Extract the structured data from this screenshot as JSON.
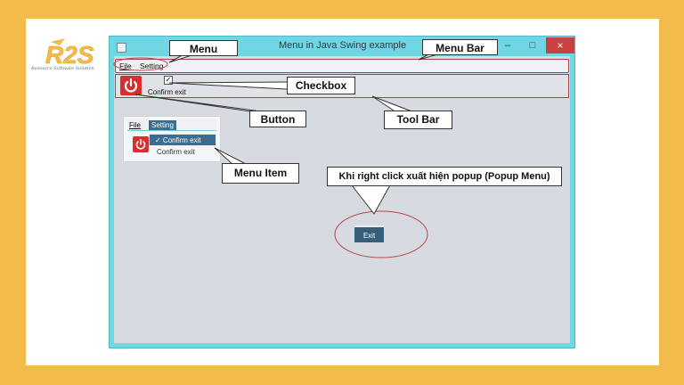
{
  "logo": {
    "brand": "R2S",
    "tagline": "Resource Software Solution"
  },
  "window": {
    "title": "Menu in Java Swing example",
    "minimize": "–",
    "maximize": "□",
    "close": "×"
  },
  "menubar": {
    "file": "File",
    "setting": "Setting"
  },
  "toolbar": {
    "checkbox_label": "Confirm exit",
    "check_mark": "✓"
  },
  "inset": {
    "file": "File",
    "setting": "Setting",
    "menu_item": "✓ Confirm exit",
    "label": "Confirm exit"
  },
  "popup": {
    "exit": "Exit"
  },
  "callouts": {
    "menu": "Menu",
    "menu_bar": "Menu Bar",
    "checkbox": "Checkbox",
    "button": "Button",
    "tool_bar": "Tool Bar",
    "menu_item": "Menu Item",
    "popup_note": "Khi right click xuất hiện popup (Popup Menu)"
  },
  "colors": {
    "background": "#f3bb4b",
    "window_frame": "#6fd6e4",
    "accent_red": "#d92e2e",
    "menu_selection": "#3b6d91",
    "annotation_outline": "#b84545"
  }
}
